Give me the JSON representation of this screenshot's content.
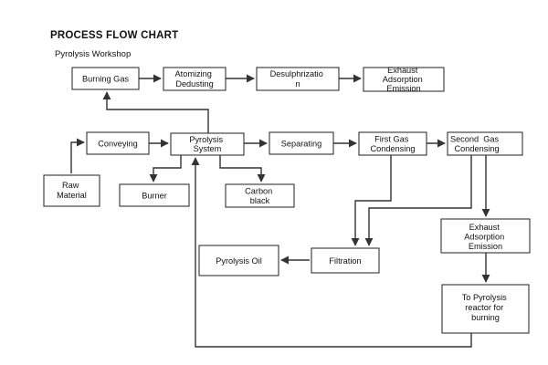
{
  "title": "PROCESS FLOW CHART",
  "subtitle": "Pyrolysis Workshop",
  "nodes": {
    "burning_gas": [
      "Burning Gas"
    ],
    "atomizing": [
      "Atomizing",
      "Dedusting"
    ],
    "desulph": [
      "Desulphrizatio",
      "n"
    ],
    "exhaust_top": [
      "Exhaust",
      "Adsorption",
      "Emission"
    ],
    "conveying": [
      "Conveying"
    ],
    "pyrolysis_system": [
      "Pyrolysis",
      "System"
    ],
    "separating": [
      "Separating"
    ],
    "first_gas": [
      "First Gas",
      "Condensing"
    ],
    "second_gas": [
      "Second  Gas",
      "Condensing"
    ],
    "raw_material": [
      "Raw",
      "Material"
    ],
    "burner": [
      "Burner"
    ],
    "carbon_black": [
      "Carbon",
      "black"
    ],
    "exhaust_right": [
      "Exhaust",
      "Adsorption",
      "Emission"
    ],
    "pyrolysis_oil": [
      "Pyrolysis Oil"
    ],
    "filtration": [
      "Filtration"
    ],
    "to_reactor": [
      "To Pyrolysis",
      "reactor for",
      "burning"
    ]
  },
  "edges": [
    [
      "raw_material",
      "conveying"
    ],
    [
      "conveying",
      "pyrolysis_system"
    ],
    [
      "pyrolysis_system",
      "separating"
    ],
    [
      "separating",
      "first_gas"
    ],
    [
      "first_gas",
      "second_gas"
    ],
    [
      "pyrolysis_system",
      "burning_gas"
    ],
    [
      "burning_gas",
      "atomizing"
    ],
    [
      "atomizing",
      "desulph"
    ],
    [
      "desulph",
      "exhaust_top"
    ],
    [
      "pyrolysis_system",
      "burner"
    ],
    [
      "pyrolysis_system",
      "carbon_black"
    ],
    [
      "first_gas",
      "filtration"
    ],
    [
      "second_gas",
      "filtration"
    ],
    [
      "second_gas",
      "exhaust_right"
    ],
    [
      "exhaust_right",
      "to_reactor"
    ],
    [
      "filtration",
      "pyrolysis_oil"
    ],
    [
      "to_reactor",
      "pyrolysis_system"
    ]
  ]
}
